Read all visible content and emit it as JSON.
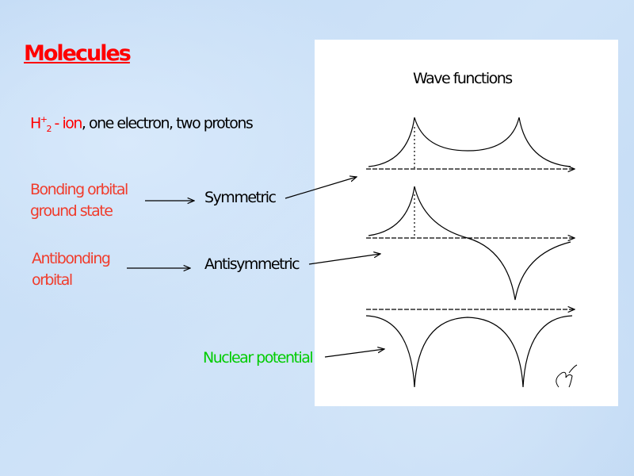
{
  "title": "Molecules",
  "intro": {
    "h": "H",
    "sup": "+",
    "sub": "2",
    "dash": " - ",
    "ion": "ion",
    "rest": ", one electron, two protons"
  },
  "bonding": {
    "line1": "Bonding orbital",
    "line2": "ground state",
    "result": "Symmetric"
  },
  "antibonding": {
    "line1": "Antibonding",
    "line2": "orbital",
    "result": "Antisymmetric"
  },
  "nuclear": "Nuclear potential",
  "panel": {
    "title": "Wave functions",
    "signature": "signature"
  },
  "colors": {
    "title": "#ff0000",
    "label": "#f03c2c",
    "nuclear": "#00cc00"
  }
}
